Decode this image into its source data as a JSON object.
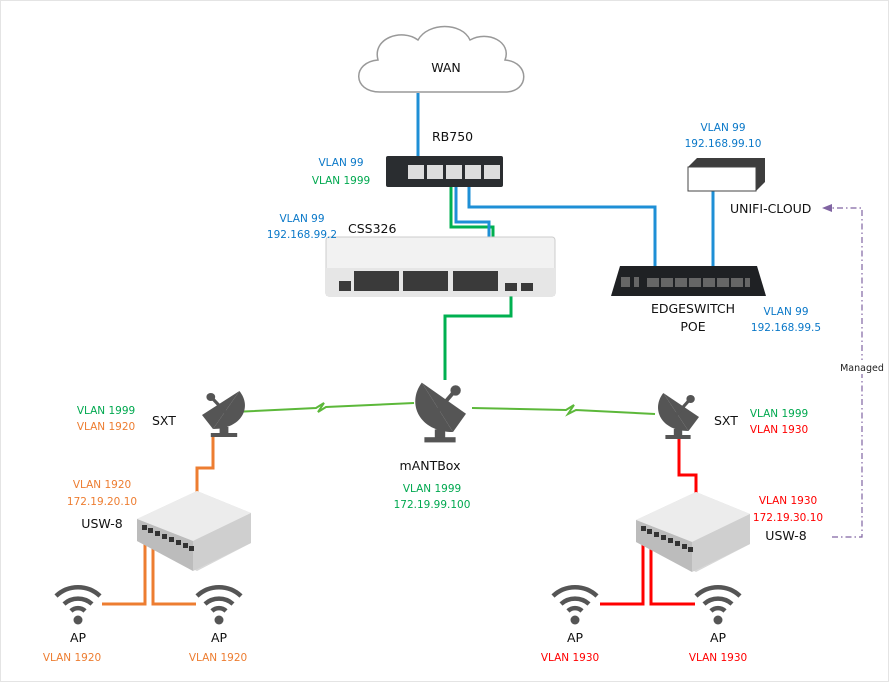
{
  "colors": {
    "vlan99": "#0a78c8",
    "vlan1999": "#00a84f",
    "vlan1920": "#ed7d31",
    "vlan1930": "#ff0000",
    "managed": "#8064a2",
    "icon": "#555555"
  },
  "wan": {
    "label": "WAN",
    "icon": "cloud-icon"
  },
  "rb750": {
    "label": "RB750",
    "vlans": [
      "VLAN 99",
      "VLAN 1999"
    ]
  },
  "css326": {
    "label": "CSS326",
    "vlan": "VLAN 99",
    "ip": "192.168.99.2"
  },
  "unifi_cloud": {
    "label": "UNIFI-CLOUD",
    "vlan": "VLAN 99",
    "ip": "192.168.99.10"
  },
  "edgeswitch": {
    "label_line1": "EDGESWITCH",
    "label_line2": "POE",
    "vlan": "VLAN 99",
    "ip": "192.168.99.5"
  },
  "managed": {
    "label": "Managed"
  },
  "mantbox": {
    "label": "mANTBox",
    "vlan": "VLAN 1999",
    "ip": "172.19.99.100",
    "icon": "satellite-dish-icon"
  },
  "left": {
    "sxt": {
      "label": "SXT",
      "vlans": [
        "VLAN 1999",
        "VLAN 1920"
      ]
    },
    "switch": {
      "label": "USW-8",
      "vlan": "VLAN 1920",
      "ip": "172.19.20.10"
    },
    "aps": [
      {
        "label": "AP",
        "vlan": "VLAN 1920"
      },
      {
        "label": "AP",
        "vlan": "VLAN 1920"
      }
    ]
  },
  "right": {
    "sxt": {
      "label": "SXT",
      "vlans": [
        "VLAN 1999",
        "VLAN 1930"
      ]
    },
    "switch": {
      "label": "USW-8",
      "vlan": "VLAN 1930",
      "ip": "172.19.30.10"
    },
    "aps": [
      {
        "label": "AP",
        "vlan": "VLAN 1930"
      },
      {
        "label": "AP",
        "vlan": "VLAN 1930"
      }
    ]
  }
}
